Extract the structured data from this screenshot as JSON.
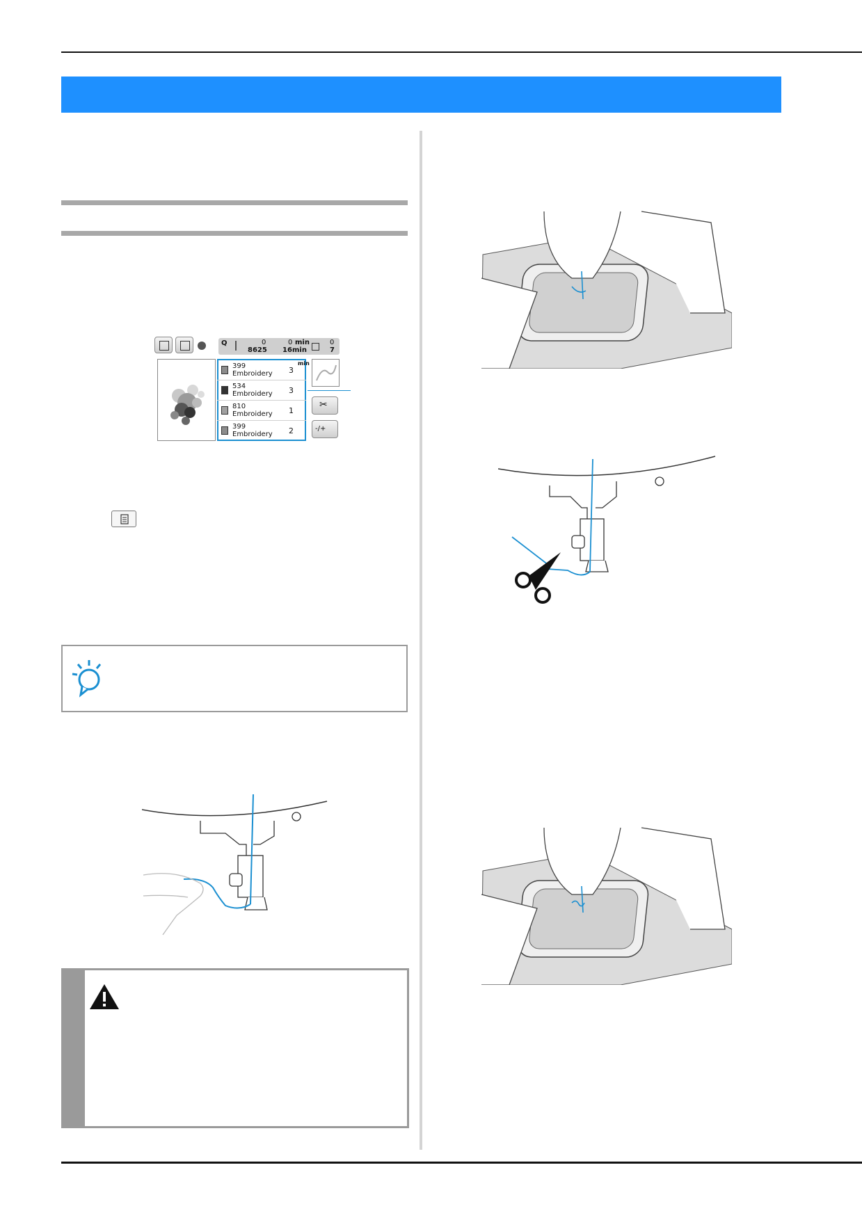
{
  "display": {
    "stitch_count_top": "0",
    "stitch_count_total": "8625",
    "time_top": "0",
    "time_top_unit": "min",
    "time_total": "16",
    "time_total_unit": "min",
    "color_index_top": "0",
    "color_index_total": "7",
    "list_unit": "min",
    "thread_list": [
      {
        "number": "399",
        "type": "Embroidery",
        "minutes": "3",
        "color": "#8c8c8c"
      },
      {
        "number": "534",
        "type": "Embroidery",
        "minutes": "3",
        "color": "#333333"
      },
      {
        "number": "810",
        "type": "Embroidery",
        "minutes": "1",
        "color": "#a0a0a0"
      },
      {
        "number": "399",
        "type": "Embroidery",
        "minutes": "2",
        "color": "#8c8c8c"
      }
    ],
    "tension_button_label": "-/+"
  },
  "icons": {
    "note": "lightbulb-note-icon",
    "warning": "warning-triangle-icon",
    "inline": "document-list-icon",
    "scissors": "scissors-icon"
  },
  "colors": {
    "banner": "#1e90ff",
    "thread": "#1a8fd1",
    "rule": "#a8a8a8"
  }
}
